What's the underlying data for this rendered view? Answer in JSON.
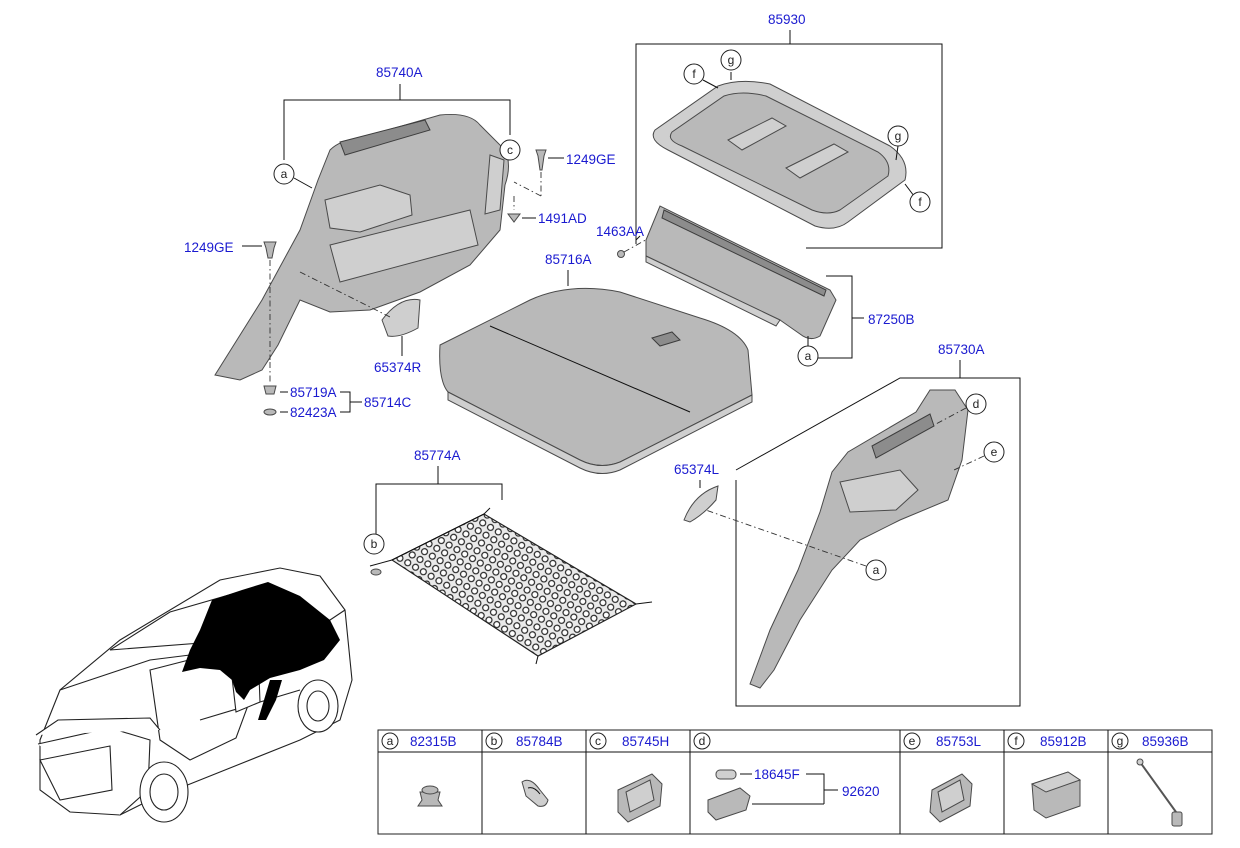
{
  "parts": {
    "p85930": "85930",
    "p85740A": "85740A",
    "p1249GE_top": "1249GE",
    "p1491AD": "1491AD",
    "p1249GE_left": "1249GE",
    "p1463AA": "1463AA",
    "p85716A": "85716A",
    "p87250B": "87250B",
    "p65374R": "65374R",
    "p85719A": "85719A",
    "p85714C": "85714C",
    "p82423A": "82423A",
    "p85730A": "85730A",
    "p85774A": "85774A",
    "p65374L": "65374L"
  },
  "callouts": {
    "a": "a",
    "b": "b",
    "c": "c",
    "d": "d",
    "e": "e",
    "f": "f",
    "g": "g"
  },
  "legend": [
    {
      "letter": "a",
      "part": "82315B"
    },
    {
      "letter": "b",
      "part": "85784B"
    },
    {
      "letter": "c",
      "part": "85745H"
    },
    {
      "letter": "d",
      "part": "",
      "sub1": "18645F",
      "sub2": "92620"
    },
    {
      "letter": "e",
      "part": "85753L"
    },
    {
      "letter": "f",
      "part": "85912B"
    },
    {
      "letter": "g",
      "part": "85936B"
    }
  ],
  "colors": {
    "part_number": "#1a1ad0",
    "part_fill": "#b9b9b9",
    "line": "#111111"
  }
}
